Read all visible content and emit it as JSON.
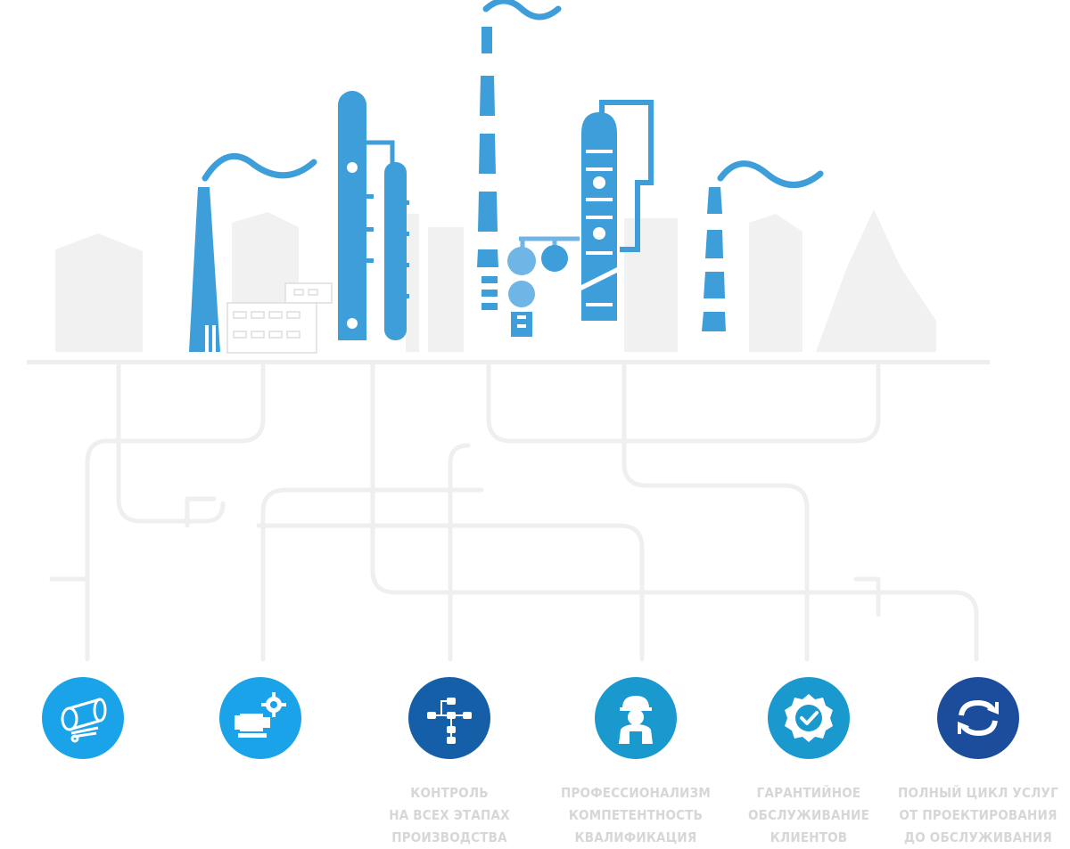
{
  "colors": {
    "factory_blue": "#3d9ed9",
    "light_blue": "#6fb6e6",
    "pipe_gray": "#ececec",
    "caption_gray": "#d7d7d7"
  },
  "features": [
    {
      "icon": "pipes-icon",
      "color": "#1aa3e8",
      "lines": [
        "",
        "",
        ""
      ]
    },
    {
      "icon": "motor-gear-icon",
      "color": "#1aa3e8",
      "lines": [
        "",
        "",
        ""
      ]
    },
    {
      "icon": "flowchart-icon",
      "color": "#155fa8",
      "lines": [
        "КОНТРОЛЬ",
        "НА ВСЕХ ЭТАПАХ",
        "ПРОИЗВОДСТВА"
      ]
    },
    {
      "icon": "worker-icon",
      "color": "#1a99cf",
      "lines": [
        "ПРОФЕССИОНАЛИЗМ",
        "КОМПЕТЕНТНОСТЬ",
        "КВАЛИФИКАЦИЯ"
      ]
    },
    {
      "icon": "badge-check-icon",
      "color": "#1a99cf",
      "lines": [
        "ГАРАНТИЙНОЕ",
        "ОБСЛУЖИВАНИЕ",
        "КЛИЕНТОВ"
      ]
    },
    {
      "icon": "cycle-arrows-icon",
      "color": "#1c4d9c",
      "lines": [
        "ПОЛНЫЙ ЦИКЛ УСЛУГ",
        "ОТ ПРОЕКТИРОВАНИЯ",
        "ДО ОБСЛУЖИВАНИЯ"
      ]
    }
  ]
}
